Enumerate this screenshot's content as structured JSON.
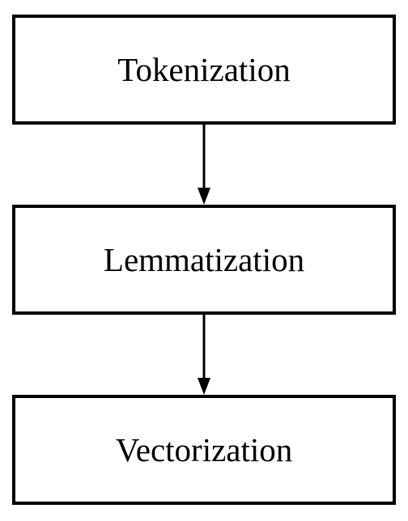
{
  "steps": [
    {
      "label": "Tokenization"
    },
    {
      "label": "Lemmatization"
    },
    {
      "label": "Vectorization"
    }
  ],
  "colors": {
    "stroke": "#000000",
    "background": "#ffffff"
  }
}
